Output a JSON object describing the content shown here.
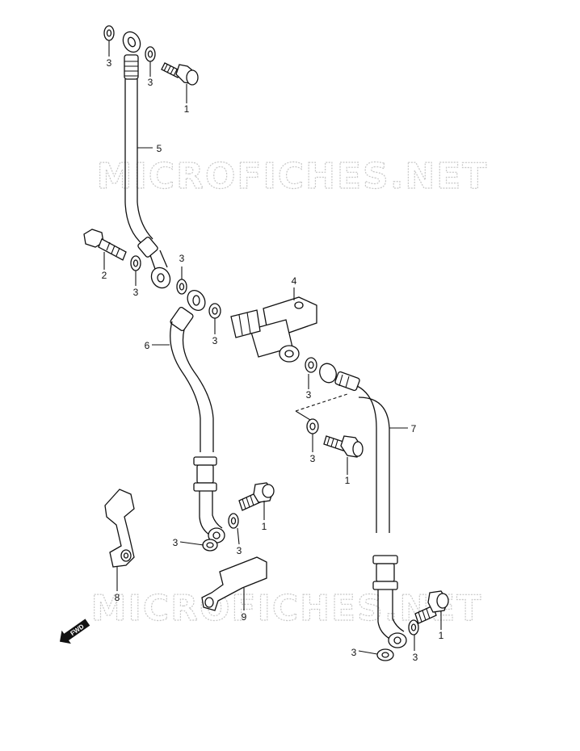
{
  "watermark": "MICROFICHES.NET",
  "fwd_label": "FWD",
  "callouts": {
    "w_top_l": "3",
    "w_top_r": "3",
    "bolt_top": "1",
    "hose_upper": "5",
    "union_bolt": "2",
    "w_mid_a": "3",
    "w_mid_b": "3",
    "joint": "4",
    "w_joint": "3",
    "hose_left": "6",
    "w_right_a": "3",
    "w_right_b": "3",
    "hose_right": "7",
    "bolt_right": "1",
    "bolt_mid": "1",
    "w_left_low": "3",
    "w_mid_low": "3",
    "clamp_left": "8",
    "clamp_mid": "9",
    "w_bot_l": "3",
    "w_bot_r": "3",
    "bolt_bot": "1"
  }
}
